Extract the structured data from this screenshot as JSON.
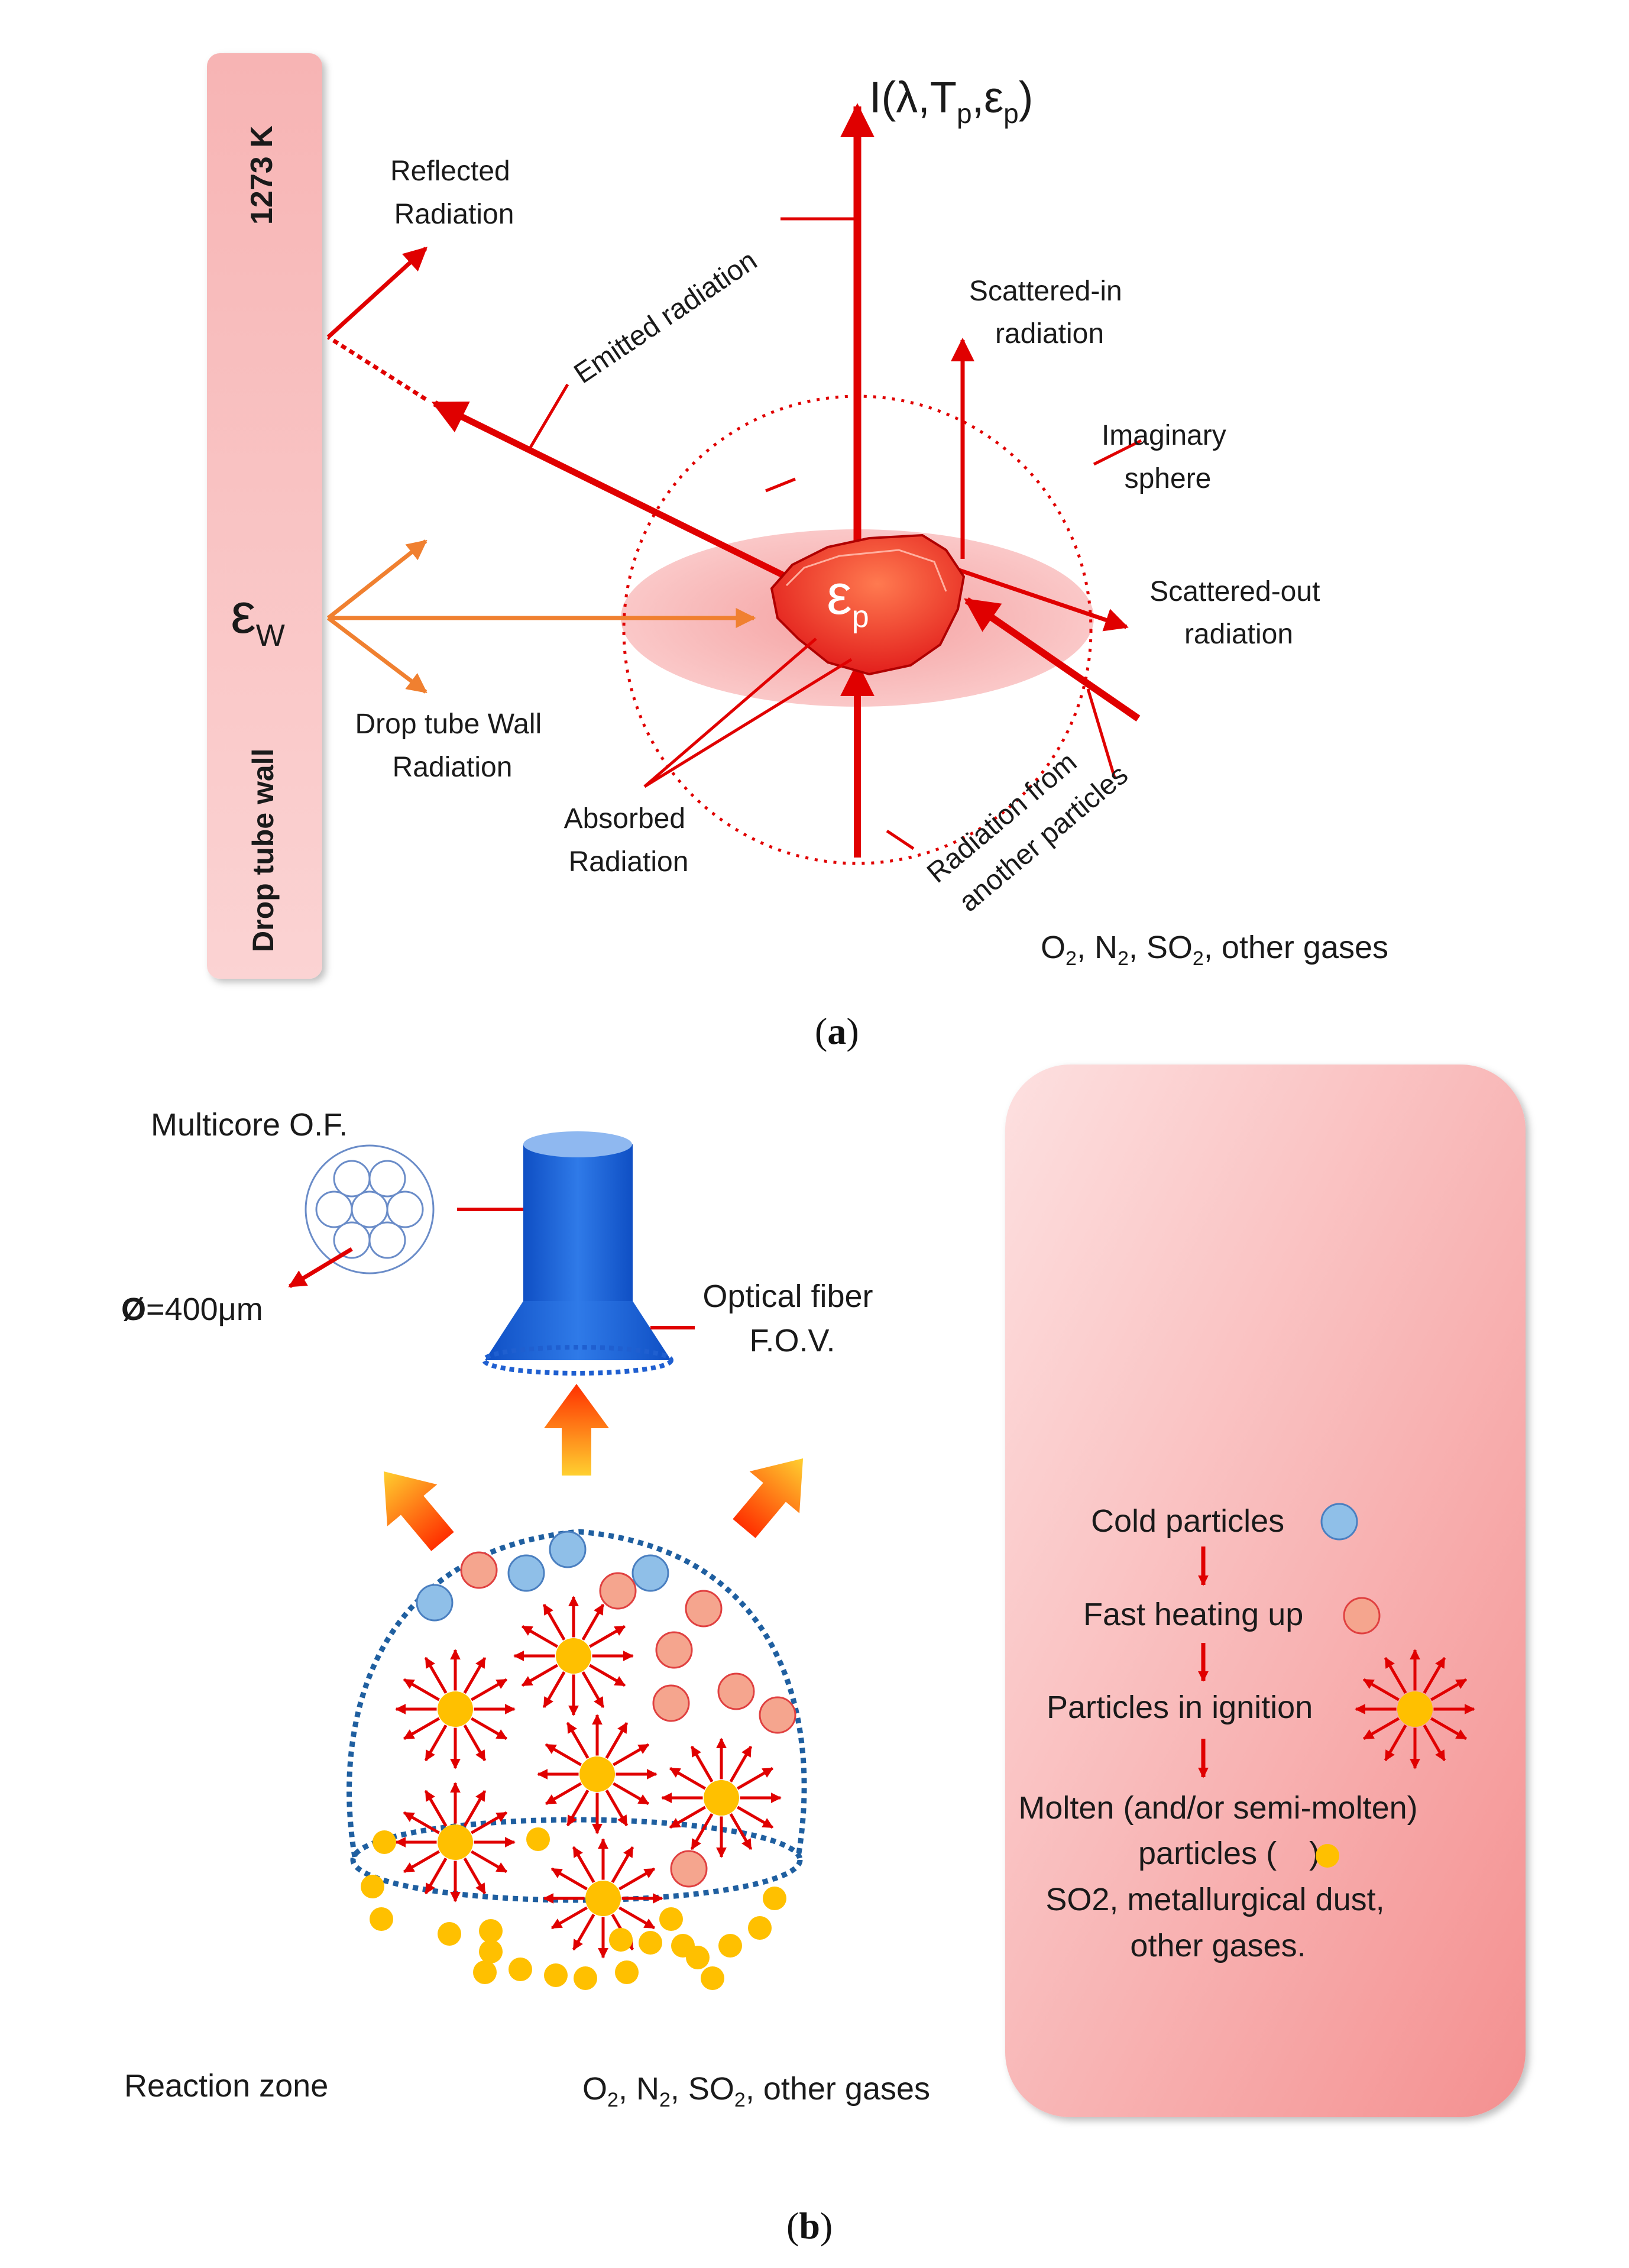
{
  "panel_a": {
    "wall_temperature": "1273  K",
    "wall_label": "Drop tube wall",
    "wall_emissivity": {
      "symbol": "ε",
      "subscript": "W"
    },
    "intensity_label": {
      "main": "I(λ,T",
      "sub1": "p",
      "mid": ",ε",
      "sub2": "p",
      "end": ")"
    },
    "particle_emissivity": {
      "symbol": "ε",
      "subscript": "p"
    },
    "reflected": [
      "Reflected",
      "Radiation"
    ],
    "emitted": "Emitted radiation",
    "scattered_in": [
      "Scattered-in",
      "radiation"
    ],
    "imaginary_sphere": [
      "Imaginary",
      "sphere"
    ],
    "scattered_out": [
      "Scattered-out",
      "radiation"
    ],
    "wall_radiation": [
      "Drop tube Wall",
      "Radiation"
    ],
    "absorbed": [
      "Absorbed",
      "Radiation"
    ],
    "from_particles": [
      "Radiation from",
      "another particles"
    ],
    "gases": {
      "t1": "O",
      "s1": "2",
      "t2": ", N",
      "s2": "2",
      "t3": ", SO",
      "s3": "2",
      "t4": ", other gases"
    },
    "caption": {
      "open": "(",
      "letter": "a",
      "close": ")"
    }
  },
  "panel_b": {
    "multicore": "Multicore O.F.",
    "diameter": "=400μm",
    "diameter_symbol": "Ø",
    "optical_fiber": [
      "Optical fiber",
      "F.O.V."
    ],
    "reaction_zone": "Reaction zone",
    "gases": {
      "t1": "O",
      "s1": "2",
      "t2": ", N",
      "s2": "2",
      "t3": ", SO",
      "s3": "2",
      "t4": ", other gases"
    },
    "legend": {
      "cold": "Cold particles",
      "heating": "Fast heating up",
      "ignition": "Particles in ignition",
      "molten_1": "Molten (and/or semi-molten)",
      "molten_2a": "particles (",
      "molten_2b": ")",
      "gas_1": "SO2, metallurgical dust,",
      "gas_2": "other gases."
    },
    "caption": {
      "open": "(",
      "letter": "b",
      "close": ")"
    }
  },
  "colors": {
    "red": "#e00000",
    "orange": "#f08030",
    "wall_pink": "#f7b7b7",
    "cold_particle": "#8fbfe8",
    "hot_particle": "#f5a58e",
    "molten_particle": "#ffc000",
    "fiber_blue": "#1f5fd0"
  }
}
